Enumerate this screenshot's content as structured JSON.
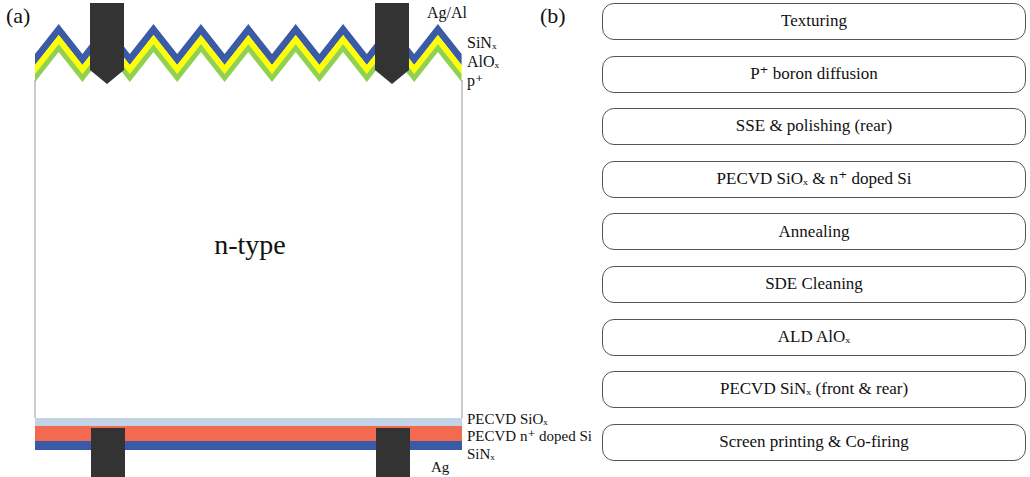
{
  "diagram": {
    "nodes": [
      {
        "text": [
          "Texturing"
        ]
      },
      {
        "text": [
          "P⁺ boron diffusion"
        ]
      },
      {
        "text": [
          "SSE & polishing (rear)"
        ]
      },
      {
        "text": [
          "PECVD SiOₓ & n⁺ doped Si"
        ]
      },
      {
        "text": [
          "Annealing"
        ]
      },
      {
        "text": [
          "SDE Cleaning"
        ]
      },
      {
        "text": [
          "ALD AlOₓ"
        ]
      },
      {
        "text": [
          "PECVD SiNₓ (front & rear)"
        ]
      },
      {
        "text": [
          "Screen printing & Co-firing"
        ]
      }
    ],
    "labels": [
      "(a)",
      "Ag/Al",
      "SiNₓ",
      "AlOₓ",
      "p⁺",
      "n-type",
      "PECVD SiOₓ",
      "PECVD n⁺ doped Si",
      "SiNₓ",
      "Ag",
      "(b)"
    ]
  }
}
